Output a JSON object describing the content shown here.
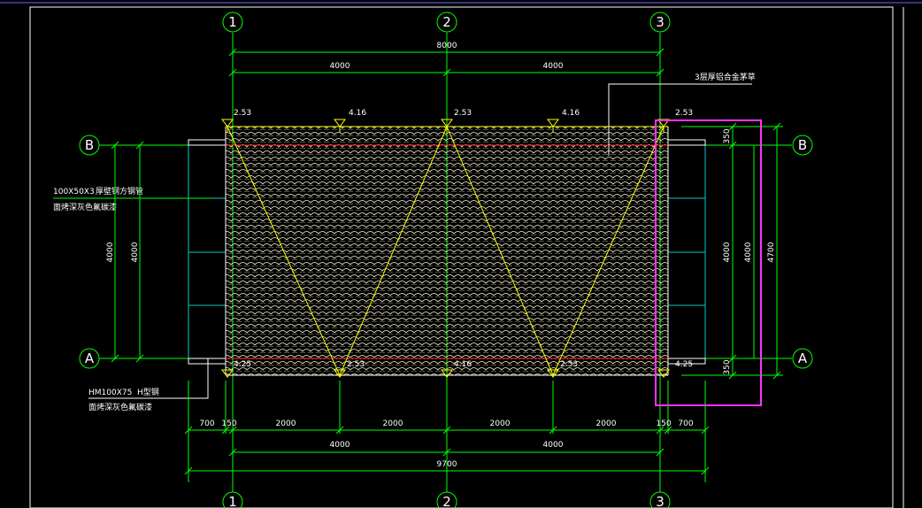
{
  "colors": {
    "background": "#000000",
    "dimension": "#00ff00",
    "structure": "#ffff00",
    "edge": "#ff2020",
    "frame": "#ffffff",
    "glass": "#00cccc",
    "highlight": "#ff33ff"
  },
  "axes": {
    "top": [
      "1",
      "2",
      "3"
    ],
    "bottom": [
      "1",
      "2",
      "3"
    ],
    "left": [
      "B",
      "A"
    ],
    "right": [
      "B",
      "A"
    ]
  },
  "dimensions": {
    "top_total": "8000",
    "top_left": "4000",
    "top_right": "4000",
    "bottom_total": "9700",
    "bottom_half_left": "4000",
    "bottom_half_right": "4000",
    "bottom_segments": [
      "700",
      "150",
      "2000",
      "2000",
      "2000",
      "2000",
      "150",
      "700"
    ],
    "left_outer": "4000",
    "left_inner": "4000",
    "right_top": "350",
    "right_mid": "4000",
    "right_outer": "4000",
    "right_total": "4700",
    "right_bottom": "350"
  },
  "elevations": {
    "top": [
      "2.53",
      "4.16",
      "2.53",
      "4.16",
      "2.53"
    ],
    "bottom": [
      "4.25",
      "2.53",
      "4.16",
      "2.53",
      "4.25"
    ]
  },
  "annotations": {
    "roof_material": "3层厚铝合金茅草",
    "tube_spec": "100X50X3",
    "tube_name": "厚壁钢方钢管",
    "tube_finish": "面烤深灰色氟碳漆",
    "beam_spec": "HM100X75",
    "beam_name": "H型钢",
    "beam_finish": "面烤深灰色氟碳漆"
  }
}
